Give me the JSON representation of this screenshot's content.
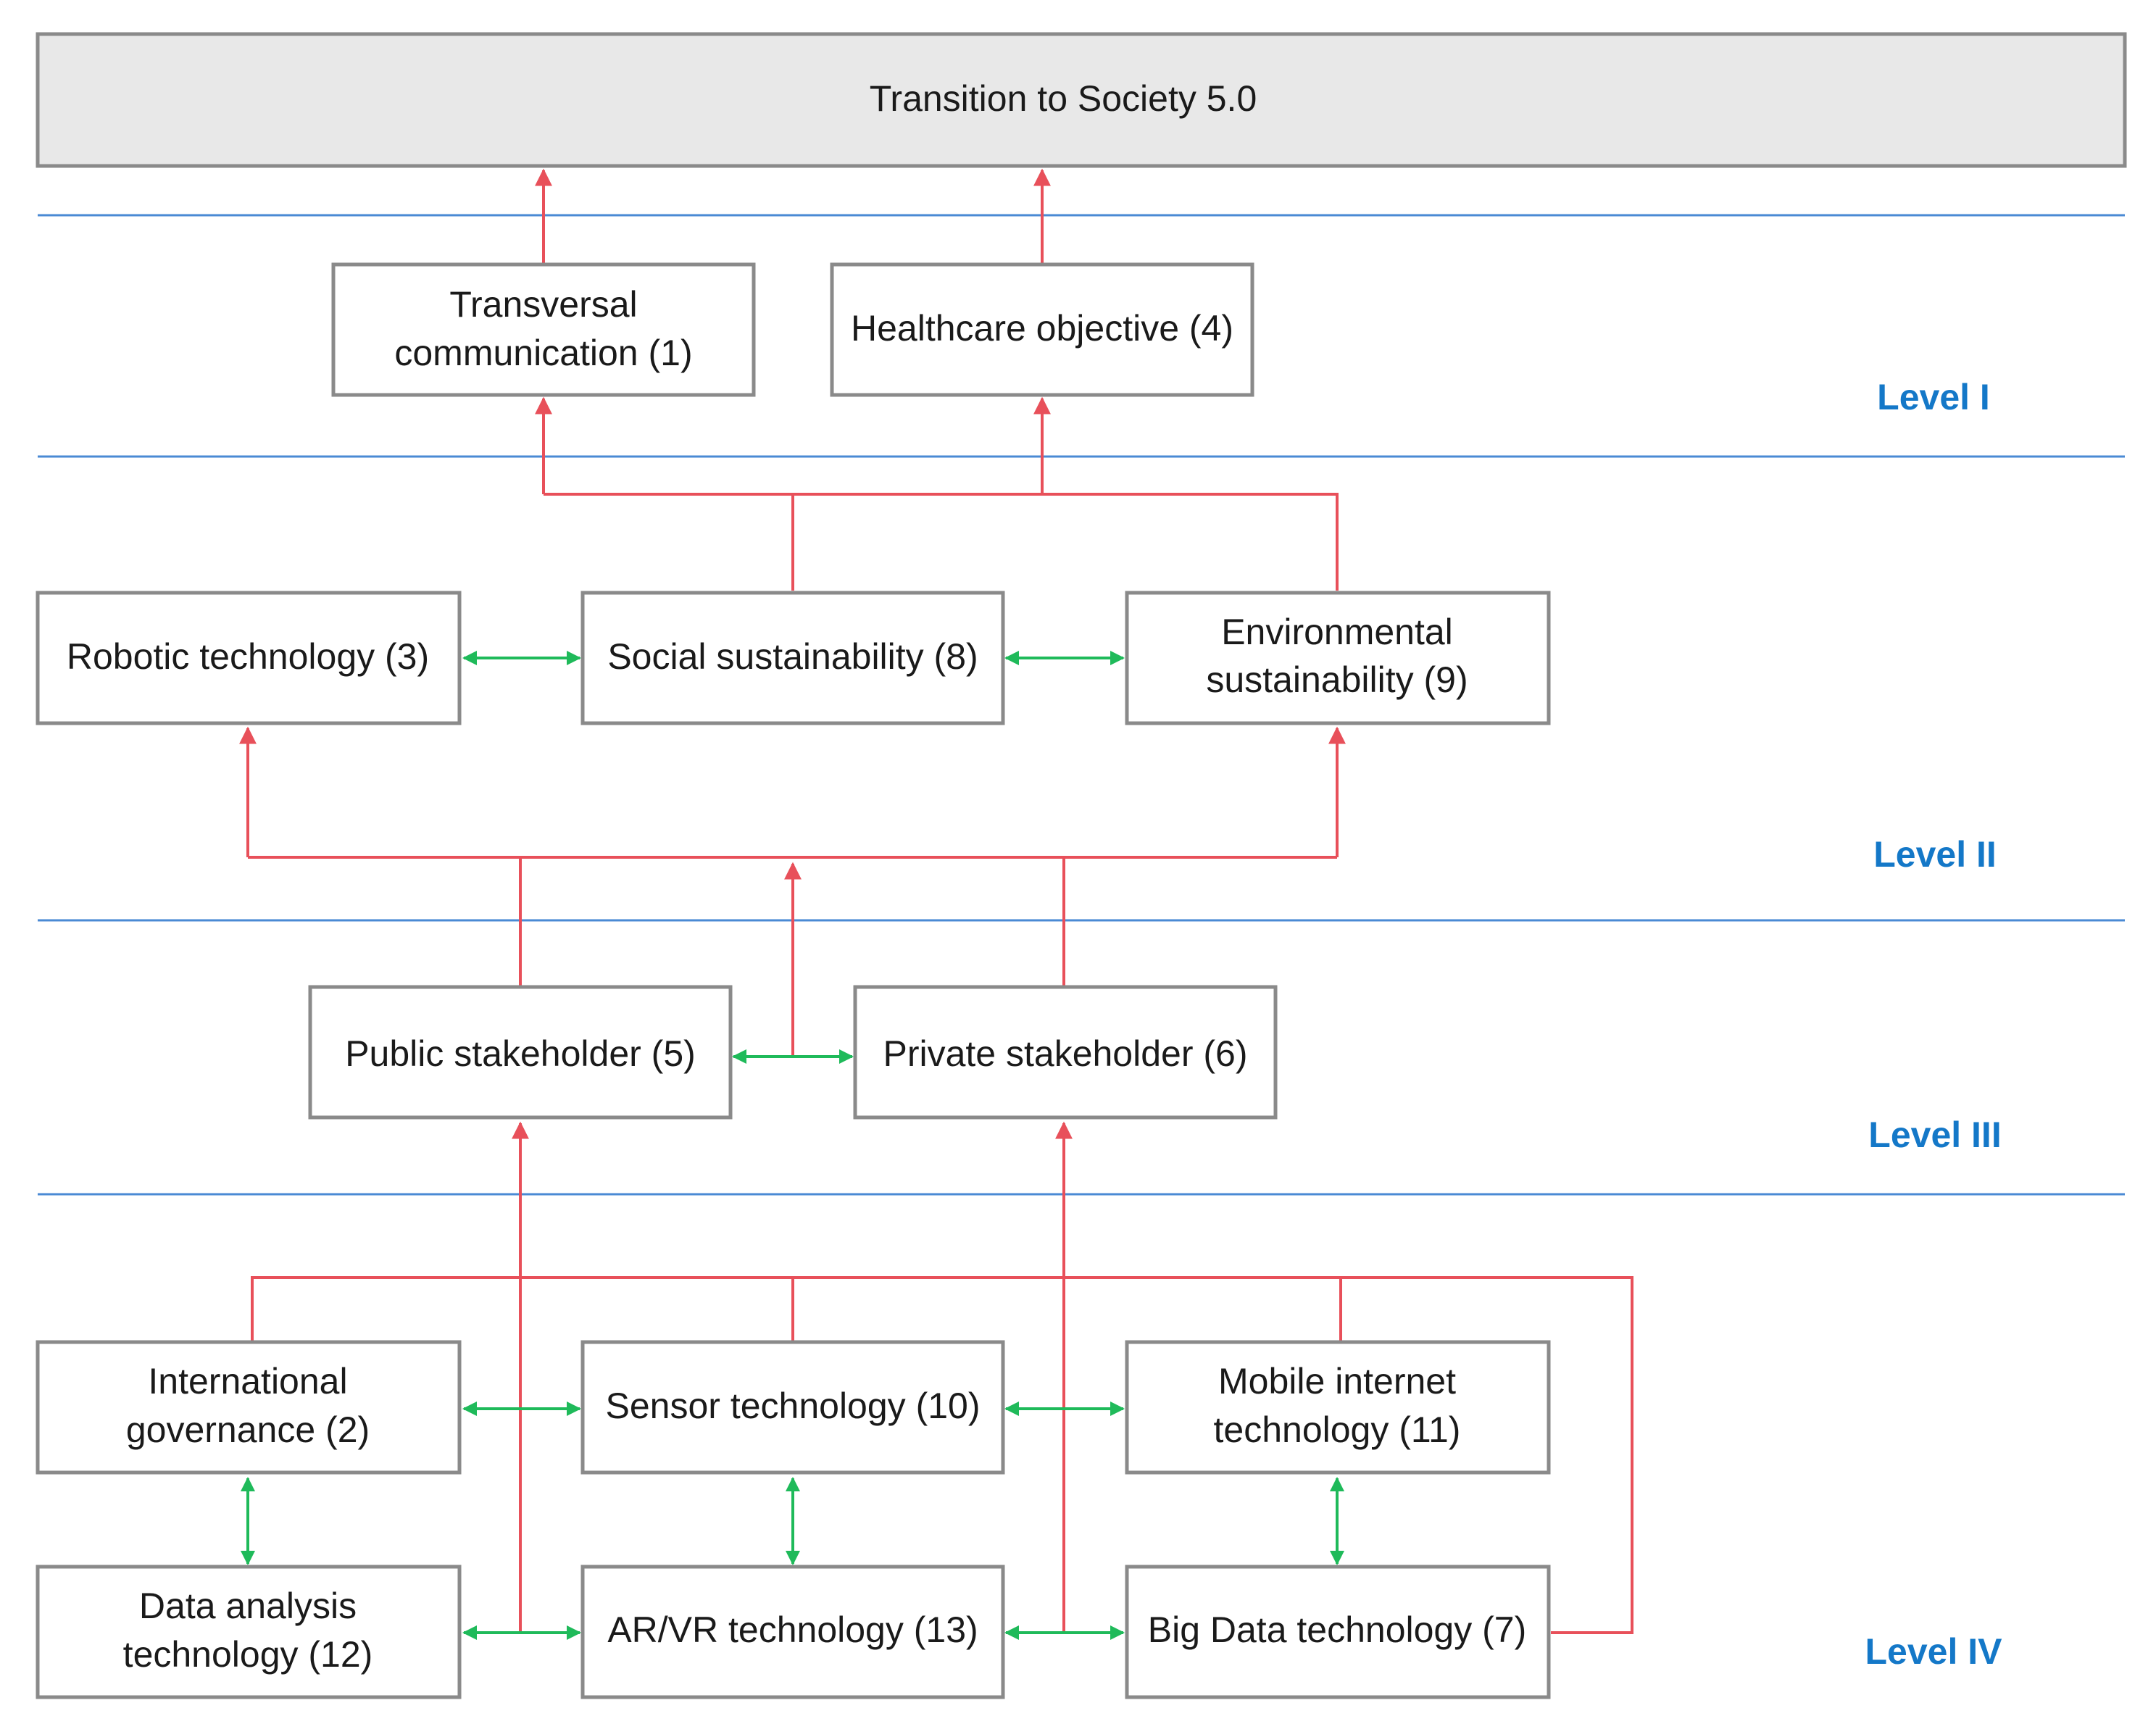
{
  "diagram": {
    "top": "Transition to Society 5.0",
    "levels": [
      "Level I",
      "Level II",
      "Level III",
      "Level IV"
    ],
    "nodes": {
      "n1": [
        "Transversal",
        "communication (1)"
      ],
      "n4": [
        "Healthcare objective (4)"
      ],
      "n3": [
        "Robotic technology (3)"
      ],
      "n8": [
        "Social sustainability (8)"
      ],
      "n9": [
        "Environmental",
        "sustainability (9)"
      ],
      "n5": [
        "Public stakeholder (5)"
      ],
      "n6": [
        "Private stakeholder (6)"
      ],
      "n2": [
        "International",
        "governance (2)"
      ],
      "n10": [
        "Sensor technology (10)"
      ],
      "n11": [
        "Mobile internet",
        "technology (11)"
      ],
      "n12": [
        "Data analysis",
        "technology (12)"
      ],
      "n13": [
        "AR/VR technology (13)"
      ],
      "n7": [
        "Big Data technology (7)"
      ]
    }
  },
  "colors": {
    "influence_arrow": "#e8505a",
    "mutual_arrow": "#1fba5a",
    "level_divider": "#4a8ad4",
    "level_label": "#1478c8",
    "top_box_fill": "#e8e8e8"
  }
}
